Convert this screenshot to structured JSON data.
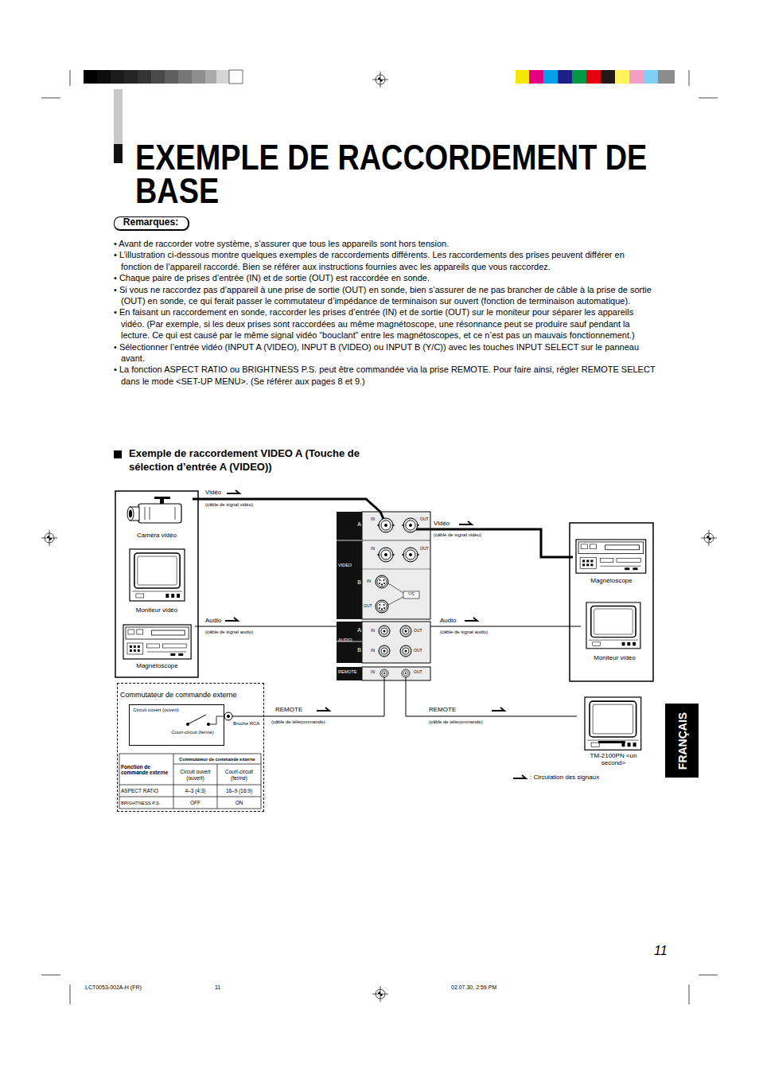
{
  "diagram": {
    "title": "EXEMPLE DE RACCORDEMENT DE BASE",
    "nodes": [
      {
        "text": [
          "Remarques:"
        ]
      },
      {
        "text": [
          "Caméra vidéo"
        ]
      },
      {
        "text": [
          "Moniteur vidéo"
        ]
      },
      {
        "text": [
          "Magnétoscope"
        ]
      },
      {
        "text": [
          "A",
          "VIDEO",
          "B",
          "IN",
          "OUT",
          "IN",
          "OUT",
          "IN",
          "Y/C",
          "OUT",
          "AUDIO",
          "A",
          "B",
          "IN",
          "OUT",
          "IN",
          "OUT",
          "REMOTE",
          "IN",
          "OUT"
        ]
      },
      {
        "text": [
          "Magnétoscope"
        ]
      },
      {
        "text": [
          "Moniteur vidéo"
        ]
      },
      {
        "text": [
          "Commutateur de commande externe",
          "Broche RCA"
        ]
      },
      {
        "text": [
          "Circuit ouvert (ouvert)",
          "Court-circuit (fermé)"
        ],
        "in": 7
      },
      {
        "text": [
          "Fonction de commande externe",
          "Commutateur de commande externe",
          "Circuit ouvert (ouvert)",
          "Court-circuit (fermé)",
          "ASPECT RATIO",
          "4–3 (4:3)",
          "16–9 (16:9)",
          "BRIGHTNESS P.S.",
          "OFF",
          "ON"
        ],
        "in": 7
      },
      {
        "text": [
          "TM-2100PN <un second>"
        ]
      },
      {
        "text": [
          "FRANÇAIS"
        ]
      }
    ],
    "edges": [
      {
        "from": 1,
        "to": 4,
        "label": "Vidéo",
        "arrow": "none"
      },
      {
        "from": 3,
        "to": 4,
        "label": "Audio",
        "arrow": "none"
      },
      {
        "from": 4,
        "to": 5,
        "label": "Vidéo",
        "arrow": "none"
      },
      {
        "from": 4,
        "to": 6,
        "label": "Audio",
        "arrow": "none"
      },
      {
        "from": 7,
        "to": 4,
        "label": "REMOTE",
        "arrow": "none"
      },
      {
        "from": 4,
        "to": 10,
        "label": "REMOTE",
        "arrow": "none"
      }
    ],
    "labels": [
      "• Avant de raccorder votre système, s’assurer que tous les appareils sont hors tension.",
      "• L’illustration ci-dessous montre quelques exemples de raccordements différents. Les raccordements des prises peuvent différer en fonction de l’appareil raccordé. Bien se référer aux instructions fournies avec les appareils que vous raccordez.",
      "• Chaque paire de prises d’entrée (IN) et de sortie (OUT) est raccordée en sonde.",
      "• Si vous ne raccordez pas d’appareil à une prise de sortie (OUT) en sonde, bien s’assurer de ne pas brancher de câble à la prise de sortie (OUT) en sonde, ce qui ferait passer le commutateur d’impédance de terminaison sur ouvert (fonction de terminaison automatique).",
      "• En faisant un raccordement en sonde, raccorder les prises d’entrée (IN) et de sortie (OUT) sur le moniteur pour séparer les appareils vidéo. (Par exemple, si les deux prises sont raccordées au même magnétoscope, une résonnance peut se produire sauf pendant la lecture. Ce qui est causé par le même signal vidéo “bouclant” entre les magnétoscopes, et ce n’est pas un mauvais fonctionnement.)",
      "• Sélectionner l’entrée vidéo (INPUT A (VIDEO), INPUT B (VIDEO) ou INPUT B (Y/C)) avec les touches INPUT SELECT sur le panneau avant.",
      "• La fonction ASPECT RATIO ou BRIGHTNESS P.S. peut être commandée via la prise REMOTE. Pour faire ainsi, régler REMOTE SELECT dans le mode <SET-UP MENU>. (Se référer aux pages 8 et 9.)",
      "Exemple de raccordement VIDEO A (Touche de sélection d’entrée A (VIDEO))",
      "(câble de signal vidéo)",
      "(câble de signal audio)",
      "(câble de télécommande)",
      "(câble de signal vidéo)",
      "(câble de signal audio)",
      "(câble de télécommande)",
      "11",
      "LCT0053-002A-H (FR)",
      "11",
      "02.07.30, 2:59 PM"
    ],
    "legend": [
      {
        "text": ": Circulation des signaux"
      }
    ]
  }
}
